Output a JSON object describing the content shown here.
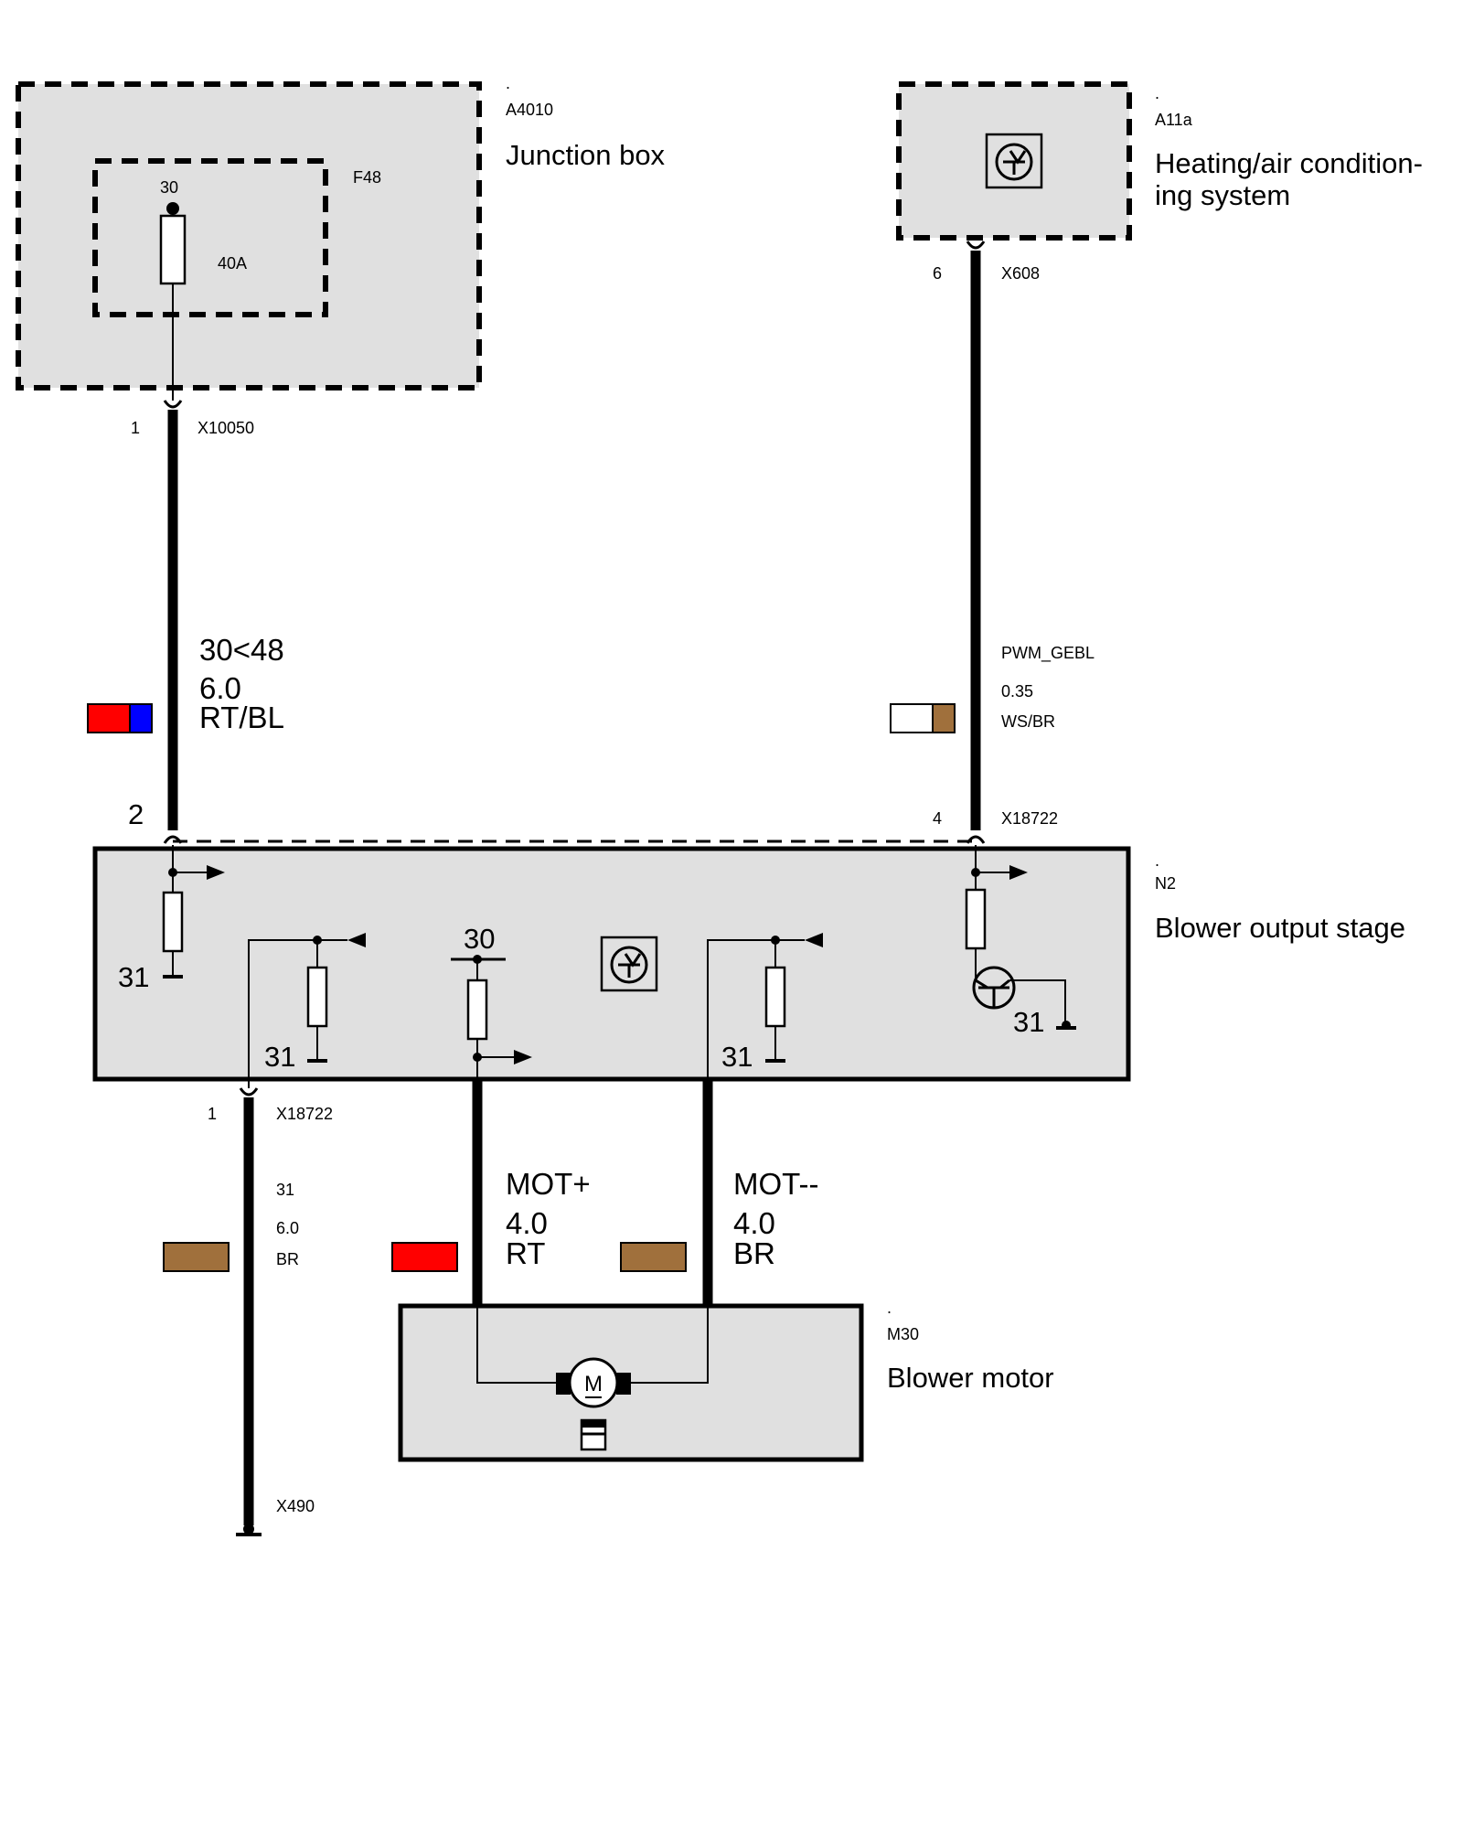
{
  "junction_box": {
    "marker": ".",
    "id": "A4010",
    "name": "Junction box",
    "fuse_id": "F48",
    "fuse_terminal": "30",
    "fuse_rating": "40A",
    "pin": "1",
    "connector": "X10050"
  },
  "hvac": {
    "marker": ".",
    "id": "A11a",
    "name_line1": "Heating/air condition-",
    "name_line2": "ing system",
    "pin": "6",
    "connector": "X608"
  },
  "wire_supply": {
    "signal": "30<48",
    "gauge": "6.0",
    "color_code": "RT/BL",
    "swatch_primary": "#ff0000",
    "swatch_secondary": "#0000ff"
  },
  "wire_pwm": {
    "signal": "PWM_GEBL",
    "gauge": "0.35",
    "color_code": "WS/BR",
    "swatch_primary": "#ffffff",
    "swatch_secondary": "#a0703c"
  },
  "output_stage": {
    "marker": ".",
    "id": "N2",
    "name": "Blower output stage",
    "pin_supply": "2",
    "pin_pwm": "4",
    "connector_top": "X18722",
    "pin_ground": "1",
    "connector_bottom": "X18722",
    "ground_label": "31",
    "terminal_30": "30"
  },
  "wire_ground": {
    "signal": "31",
    "gauge": "6.0",
    "color_code": "BR",
    "swatch": "#a0703c",
    "ground_connector": "X490"
  },
  "wire_mot_plus": {
    "signal": "MOT+",
    "gauge": "4.0",
    "color_code": "RT",
    "swatch": "#ff0000"
  },
  "wire_mot_minus": {
    "signal": "MOT--",
    "gauge": "4.0",
    "color_code": "BR",
    "swatch": "#a0703c"
  },
  "blower_motor": {
    "marker": ".",
    "id": "M30",
    "name": "Blower motor",
    "symbol": "M"
  }
}
